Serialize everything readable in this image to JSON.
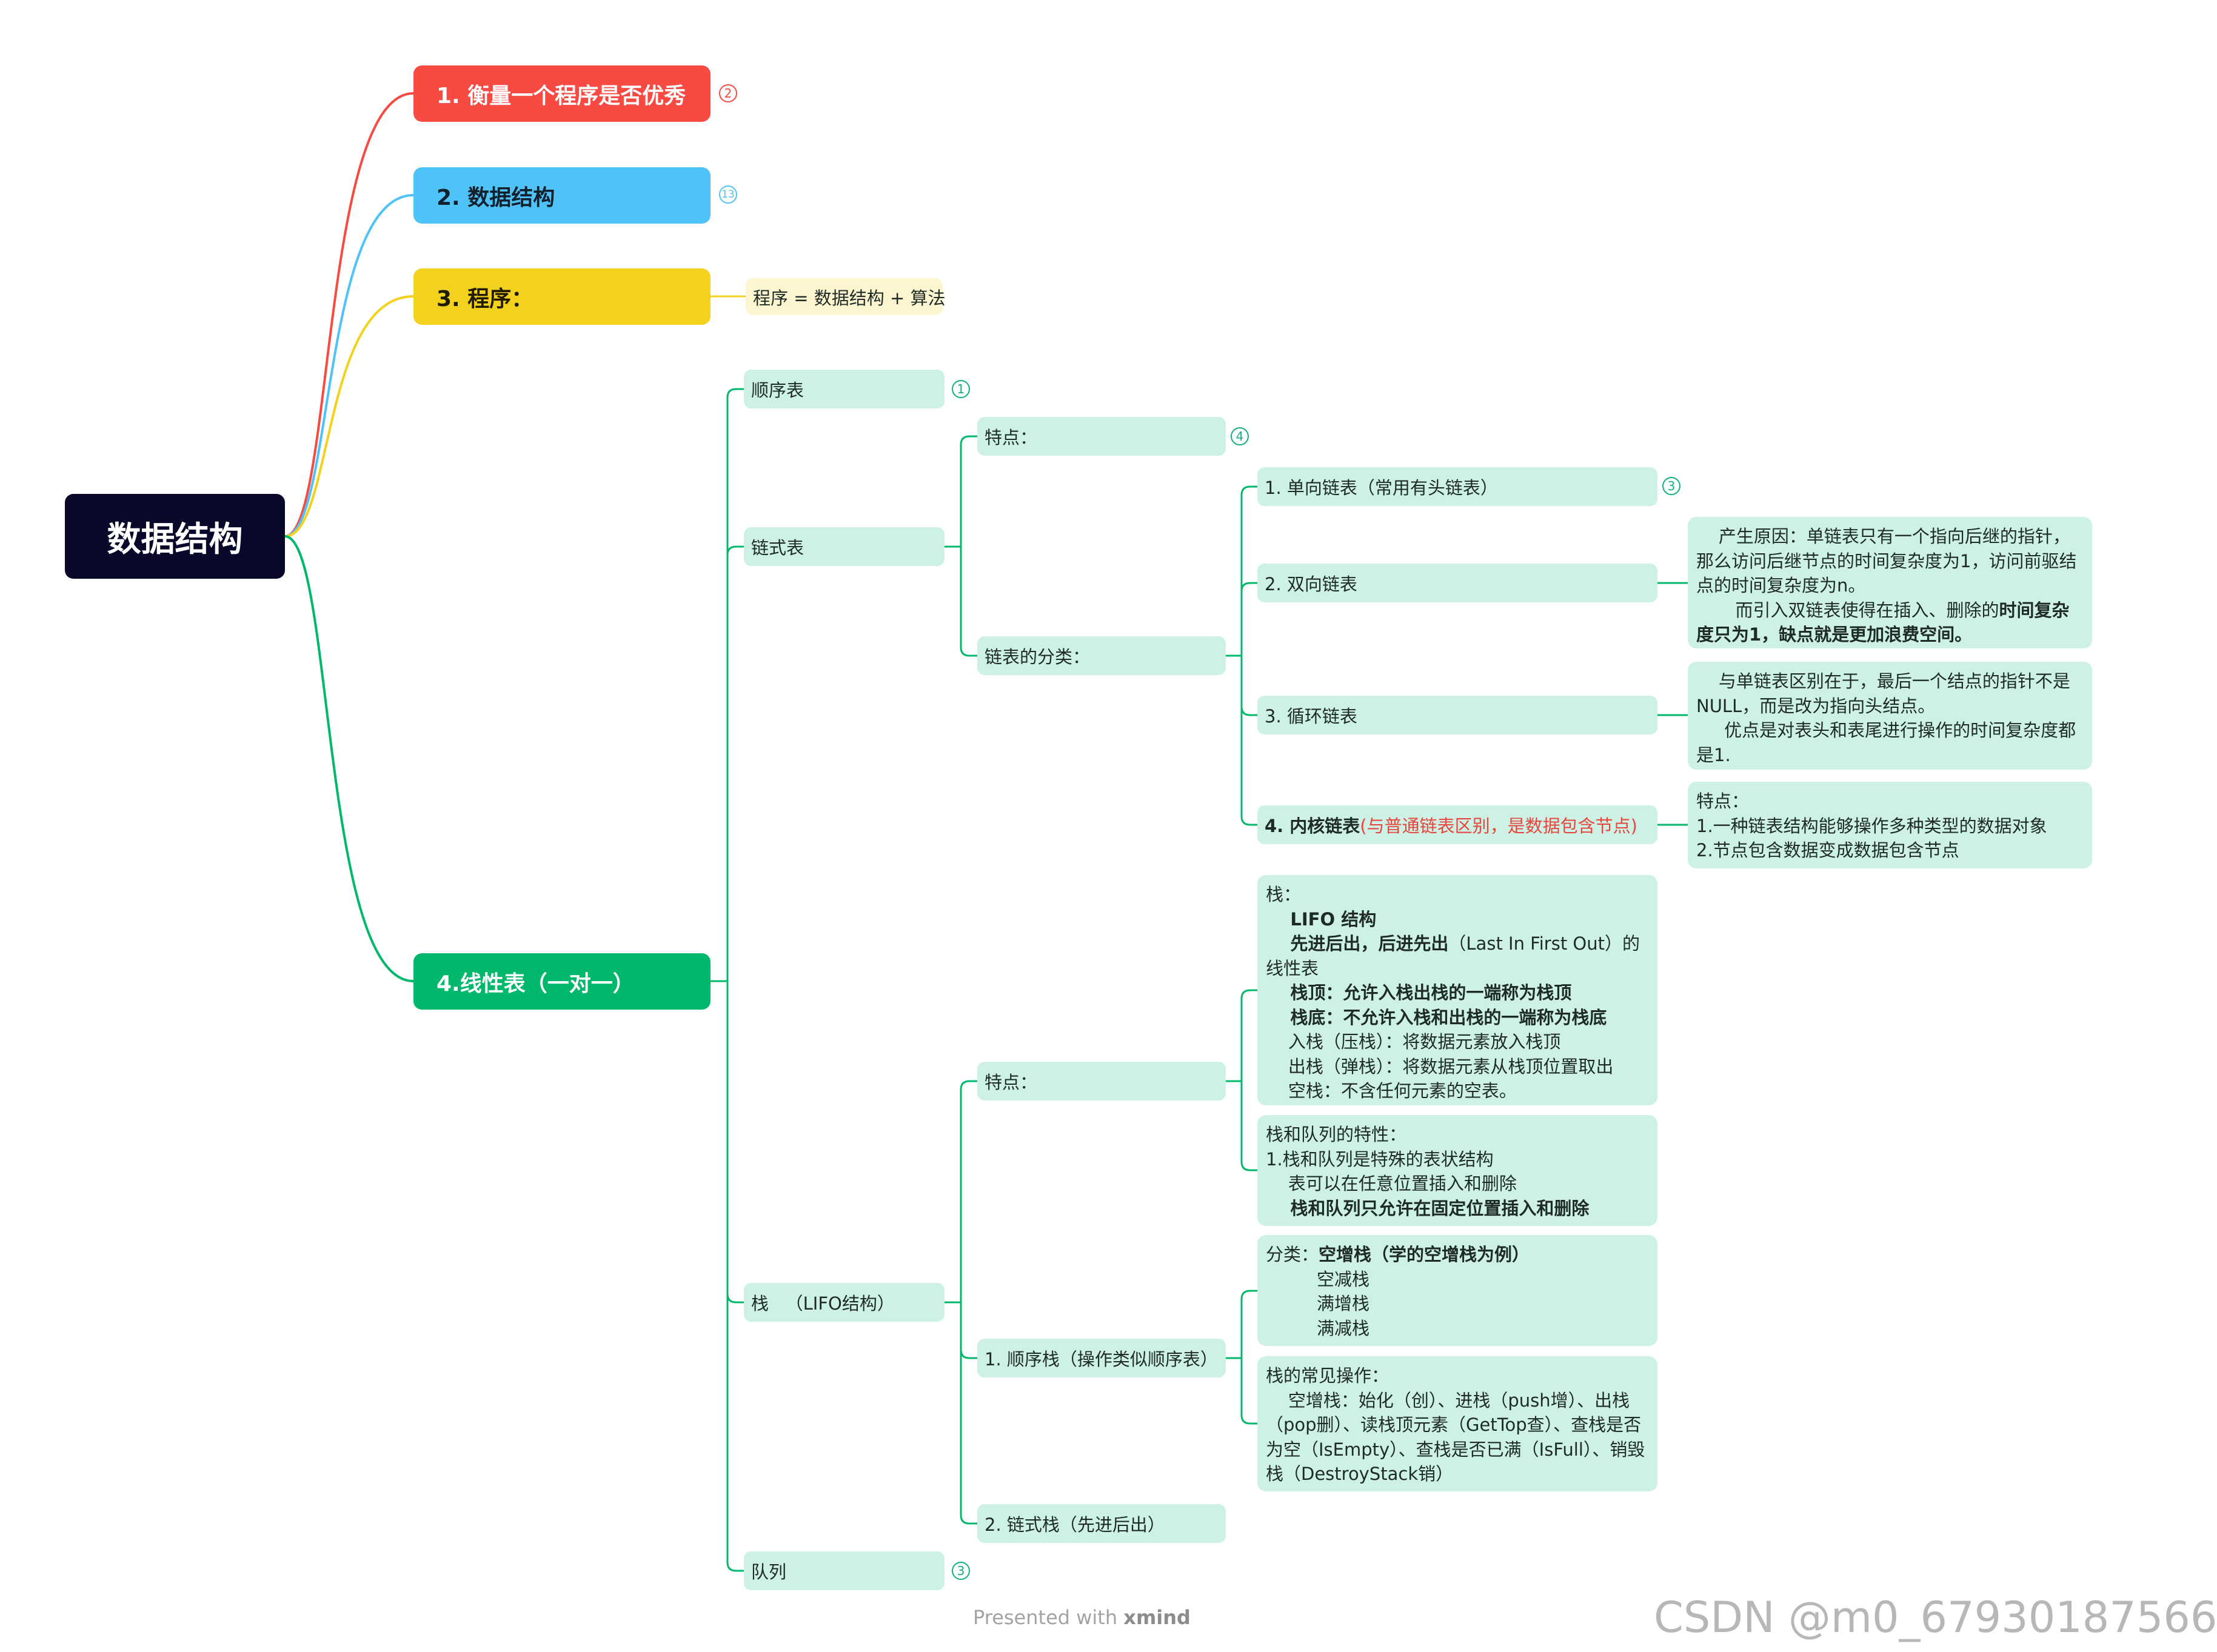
{
  "root": {
    "label": "数据结构"
  },
  "branches": [
    {
      "label": "1. 衡量一个程序是否优秀",
      "badge": "2",
      "color": "#f74a43"
    },
    {
      "label": "2. 数据结构",
      "badge": "13",
      "color": "#4fc3f7"
    },
    {
      "label": "3. 程序：",
      "note": "程序 = 数据结构 + 算法",
      "color": "#f2d21f"
    },
    {
      "label": "4.线性表（一对一）",
      "color": "#00b86b"
    }
  ],
  "linear": {
    "sequential": {
      "label": "顺序表",
      "badge": "1"
    },
    "linked": {
      "label": "链式表",
      "features": {
        "label": "特点：",
        "badge": "4"
      },
      "classification": {
        "label": "链表的分类：",
        "single": {
          "label": "1. 单向链表（常用有头链表）",
          "badge": "3"
        },
        "double": {
          "label": "2. 双向链表",
          "note_p1": "    产生原因：单链表只有一个指向后继的指针，那么访问后继节点的时间复杂度为1，访问前驱结点的时间复杂度为n。",
          "note_p2a": "       而引入双链表使得在插入、删除的",
          "note_p2b": "时间复杂度只为1，缺点就是更加浪费空间。"
        },
        "circular": {
          "label": "3. 循环链表",
          "note": "    与单链表区别在于，最后一个结点的指针不是NULL，而是改为指向头结点。\n     优点是对表头和表尾进行操作的时间复杂度都是1."
        },
        "kernel": {
          "label_bold": "4. 内核链表",
          "label_red": "(与普通链表区别，是数据包含节点)",
          "note": "特点：\n1.一种链表结构能够操作多种类型的数据对象\n2.节点包含数据变成数据包含节点"
        }
      }
    },
    "stack": {
      "label": "栈   （LIFO结构）",
      "features": {
        "label": "特点：",
        "stack_note": {
          "l1": "栈：",
          "l2": "    LIFO 结构",
          "l3a": "    先进后出，后进先出",
          "l3b": "（Last In First Out）的线性表",
          "l4": "    栈顶：允许入栈出栈的一端称为栈顶",
          "l5": "    栈底：不允许入栈和出栈的一端称为栈底",
          "l6": "    入栈（压栈）：将数据元素放入栈顶",
          "l7": "    出栈（弹栈）：将数据元素从栈顶位置取出",
          "l8": "    空栈：不含任何元素的空表。"
        },
        "queue_note": {
          "l1": "栈和队列的特性：",
          "l2": "1.栈和队列是特殊的表状结构",
          "l3": "    表可以在任意位置插入和删除",
          "l4": "    栈和队列只允许在固定位置插入和删除"
        }
      },
      "seq_stack": {
        "label": "1. 顺序栈（操作类似顺序表）",
        "types_note": {
          "l1a": "分类：",
          "l1b": "空增栈（学的空增栈为例）",
          "l2": "空减栈",
          "l3": "满增栈",
          "l4": "满减栈"
        },
        "ops_note": "栈的常见操作：\n    空增栈：始化（创）、进栈（push增）、出栈（pop删）、读栈顶元素（GetTop查）、查栈是否为空（IsEmpty）、查栈是否已满（IsFull）、销毁栈（DestroyStack销）"
      },
      "linked_stack": {
        "label": "2. 链式栈（先进后出）"
      }
    },
    "queue": {
      "label": "队列",
      "badge": "3"
    }
  },
  "footer": {
    "presented": "Presented with",
    "brand": "xmind"
  },
  "watermark": "CSDN @m0_67930187566"
}
